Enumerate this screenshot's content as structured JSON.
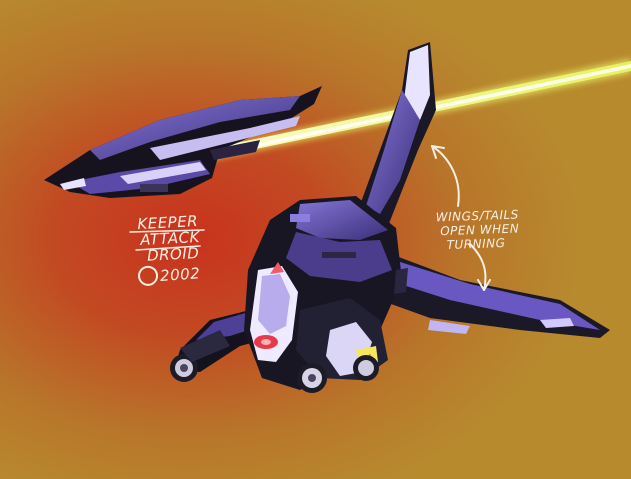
{
  "artwork": {
    "title_lines": [
      "KEEPER",
      "ATTACK",
      "DROID"
    ],
    "signature": "2002",
    "annotation_lines": [
      "WINGS/TAILS",
      "OPEN WHEN",
      "TURNING"
    ],
    "colors": {
      "background_center": "#c9321e",
      "background_edge": "#b78a2e",
      "hull_purple": "#5b4aa8",
      "hull_light": "#c3b8ef",
      "hull_dark": "#14121c",
      "laser": "#eef57a",
      "ink": "#f6f0e4"
    }
  }
}
